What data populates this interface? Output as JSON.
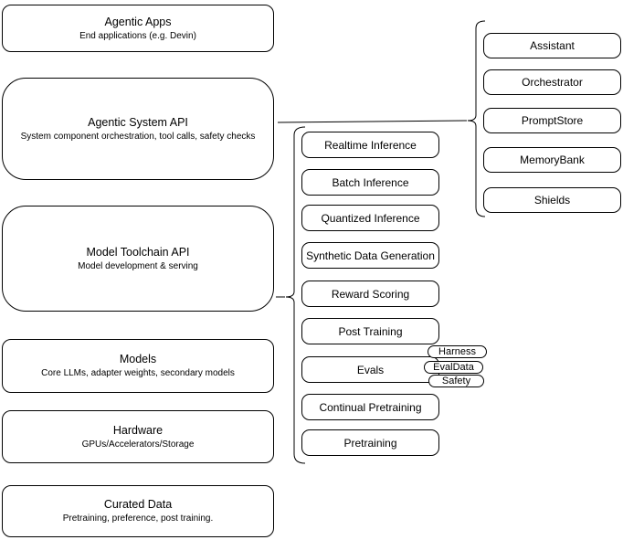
{
  "stack": {
    "agentic_apps": {
      "title": "Agentic Apps",
      "subtitle": "End applications (e.g. Devin)"
    },
    "agentic_system_api": {
      "title": "Agentic System API",
      "subtitle": "System component orchestration, tool calls, safety checks"
    },
    "model_toolchain_api": {
      "title": "Model Toolchain API",
      "subtitle": "Model development & serving"
    },
    "models": {
      "title": "Models",
      "subtitle": "Core LLMs, adapter weights, secondary models"
    },
    "hardware": {
      "title": "Hardware",
      "subtitle": "GPUs/Accelerators/Storage"
    },
    "curated_data": {
      "title": "Curated Data",
      "subtitle": "Pretraining, preference, post training."
    }
  },
  "toolchain": {
    "items": [
      "Realtime Inference",
      "Batch Inference",
      "Quantized Inference",
      "Synthetic Data Generation",
      "Reward Scoring",
      "Post Training",
      "Evals",
      "Continual Pretraining",
      "Pretraining"
    ],
    "eval_tags": [
      "Harness",
      "EvalData",
      "Safety"
    ]
  },
  "system_components": {
    "items": [
      "Assistant",
      "Orchestrator",
      "PromptStore",
      "MemoryBank",
      "Shields"
    ]
  },
  "colors": {
    "stroke": "#000000",
    "fill": "#ffffff",
    "text": "#000000"
  }
}
